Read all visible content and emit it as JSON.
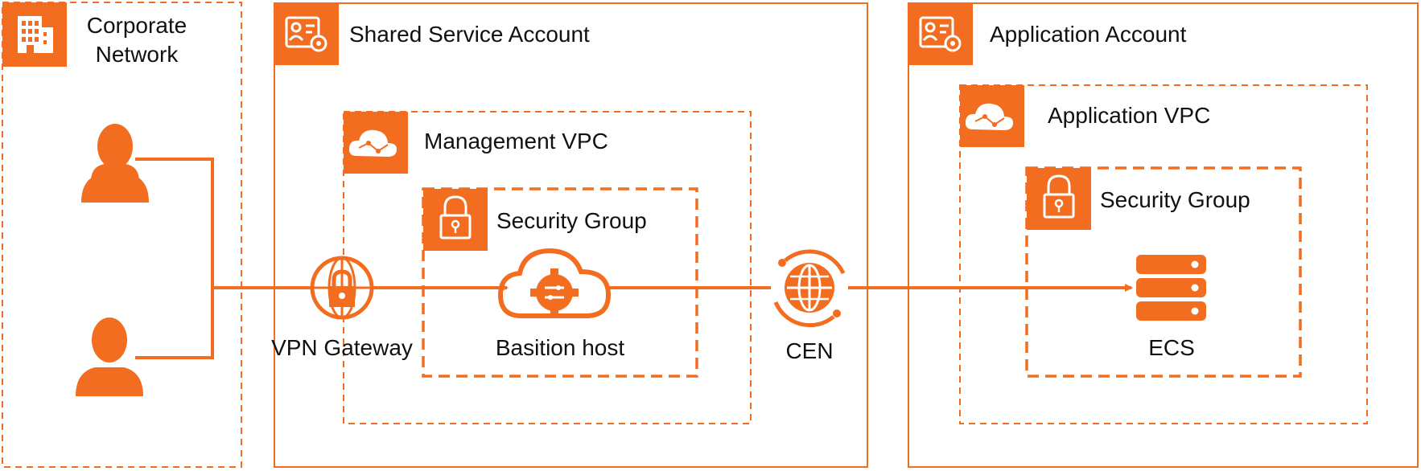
{
  "colors": {
    "accent": "#f26d1f",
    "text": "#111111",
    "background": "#ffffff"
  },
  "groups": {
    "corporate_network": {
      "title_line1": "Corporate",
      "title_line2": "Network",
      "icon": "building-icon"
    },
    "shared_service_account": {
      "title": "Shared Service Account",
      "icon": "account-settings-icon"
    },
    "management_vpc": {
      "title": "Management VPC",
      "icon": "vpc-cloud-icon"
    },
    "mgmt_security_group": {
      "title": "Security Group",
      "icon": "lock-icon"
    },
    "application_account": {
      "title": "Application Account",
      "icon": "account-settings-icon"
    },
    "application_vpc": {
      "title": "Application VPC",
      "icon": "vpc-cloud-icon"
    },
    "app_security_group": {
      "title": "Security Group",
      "icon": "lock-icon"
    }
  },
  "nodes": {
    "user_1": {
      "icon": "user-icon"
    },
    "user_2": {
      "icon": "user-icon"
    },
    "vpn_gateway": {
      "label": "VPN Gateway",
      "icon": "vpn-gateway-icon"
    },
    "bastion_host": {
      "label": "Basition host",
      "icon": "bastion-host-icon"
    },
    "cen": {
      "label": "CEN",
      "icon": "cen-globe-icon"
    },
    "ecs": {
      "label": "ECS",
      "icon": "ecs-server-icon"
    }
  }
}
